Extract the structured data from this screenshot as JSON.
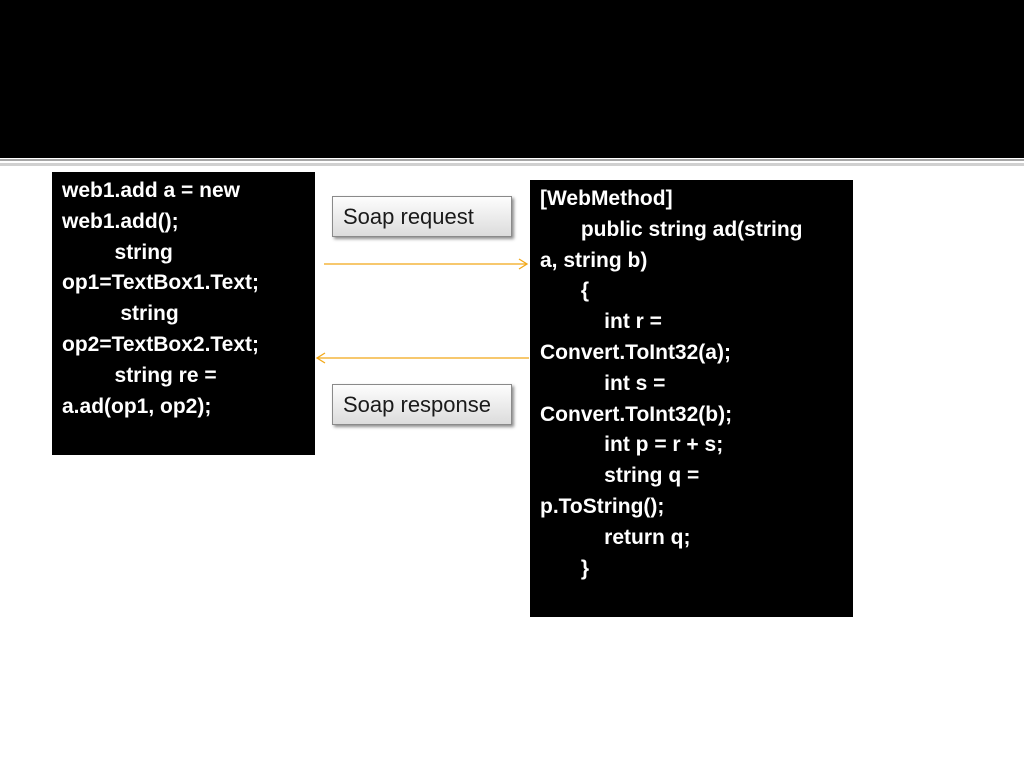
{
  "client_code": {
    "lines": [
      "web1.add a = new",
      "web1.add();",
      "         string",
      "op1=TextBox1.Text;",
      "          string",
      "op2=TextBox2.Text;",
      "         string re =",
      "a.ad(op1, op2);"
    ]
  },
  "server_code": {
    "lines": [
      "[WebMethod]",
      "       public string ad(string",
      "a, string b)",
      "       {",
      "           int r =",
      "Convert.ToInt32(a);",
      "           int s =",
      "Convert.ToInt32(b);",
      "           int p = r + s;",
      "           string q =",
      "p.ToString();",
      "           return q;",
      "       }"
    ]
  },
  "soap_request_label": "Soap request",
  "soap_response_label": "Soap response",
  "colors": {
    "arrow": "#f2a818",
    "code_background": "#000000",
    "code_text": "#ffffff"
  }
}
